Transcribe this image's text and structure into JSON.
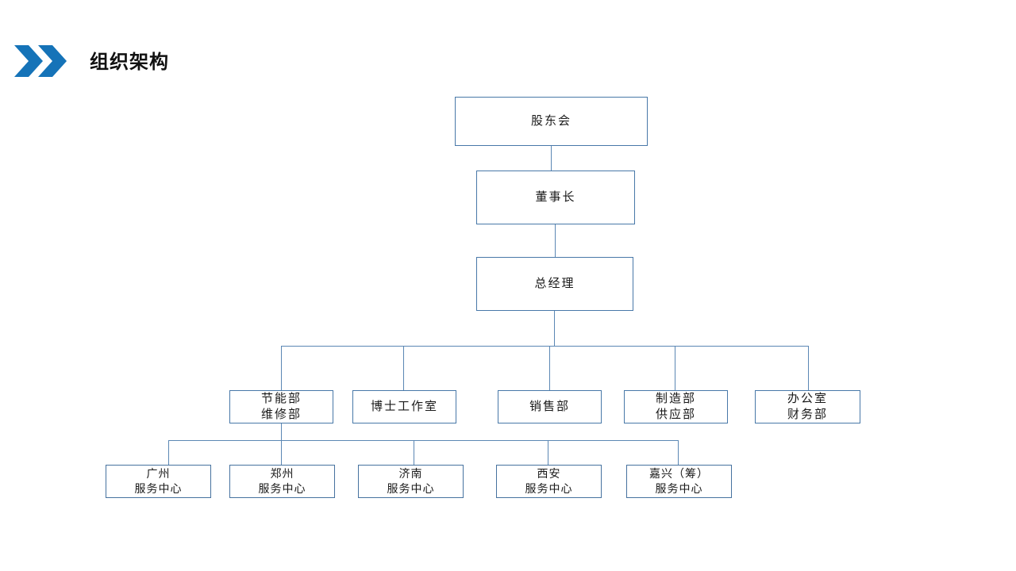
{
  "header": {
    "title": "组织架构",
    "chevron_icon": "double-chevron-right-icon",
    "accent_color": "#1573b8"
  },
  "chart_data": {
    "type": "diagram",
    "title": "组织架构",
    "nodes": [
      {
        "id": "shareholders",
        "label": "股东会",
        "level": 1
      },
      {
        "id": "chairman",
        "label": "董事长",
        "level": 2
      },
      {
        "id": "general_manager",
        "label": "总经理",
        "level": 3
      },
      {
        "id": "dept_energy",
        "label_line1": "节能部",
        "label_line2": "维修部",
        "level": 4
      },
      {
        "id": "dept_doctor_studio",
        "label_line1": "博士工作室",
        "label_line2": "",
        "level": 4
      },
      {
        "id": "dept_sales",
        "label_line1": "销售部",
        "label_line2": "",
        "level": 4
      },
      {
        "id": "dept_manufacturing",
        "label_line1": "制造部",
        "label_line2": "供应部",
        "level": 4
      },
      {
        "id": "dept_office",
        "label_line1": "办公室",
        "label_line2": "财务部",
        "level": 4
      },
      {
        "id": "svc_guangzhou",
        "label_line1": "广州",
        "label_line2": "服务中心",
        "level": 5
      },
      {
        "id": "svc_zhengzhou",
        "label_line1": "郑州",
        "label_line2": "服务中心",
        "level": 5
      },
      {
        "id": "svc_jinan",
        "label_line1": "济南",
        "label_line2": "服务中心",
        "level": 5
      },
      {
        "id": "svc_xian",
        "label_line1": "西安",
        "label_line2": "服务中心",
        "level": 5
      },
      {
        "id": "svc_jiaxing",
        "label_line1": "嘉兴（筹）",
        "label_line2": "服务中心",
        "level": 5
      }
    ],
    "edges": [
      {
        "from": "shareholders",
        "to": "chairman"
      },
      {
        "from": "chairman",
        "to": "general_manager"
      },
      {
        "from": "general_manager",
        "to": "dept_energy"
      },
      {
        "from": "general_manager",
        "to": "dept_doctor_studio"
      },
      {
        "from": "general_manager",
        "to": "dept_sales"
      },
      {
        "from": "general_manager",
        "to": "dept_manufacturing"
      },
      {
        "from": "general_manager",
        "to": "dept_office"
      },
      {
        "from": "dept_energy",
        "to": "svc_guangzhou"
      },
      {
        "from": "dept_energy",
        "to": "svc_zhengzhou"
      },
      {
        "from": "dept_energy",
        "to": "svc_jinan"
      },
      {
        "from": "dept_energy",
        "to": "svc_xian"
      },
      {
        "from": "dept_energy",
        "to": "svc_jiaxing"
      }
    ],
    "line_color": "#5b87b4",
    "box_border_color": "#4878a8",
    "background": "#ffffff"
  }
}
